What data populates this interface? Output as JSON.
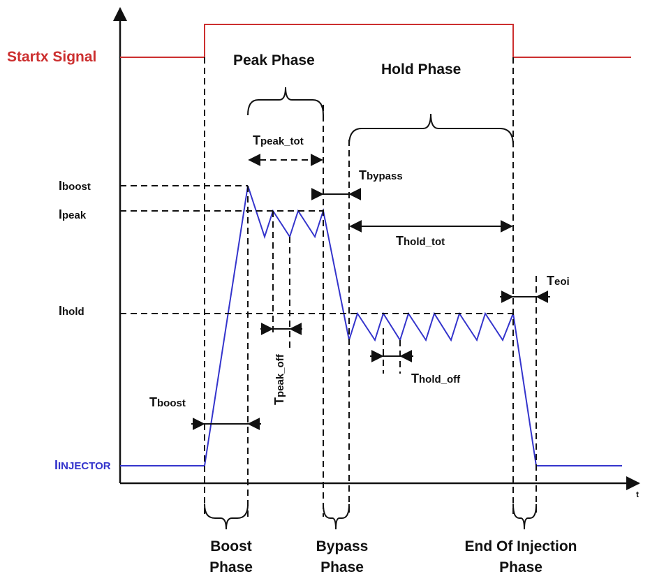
{
  "colors": {
    "signal": "#cc2f2f",
    "current": "#3434cc",
    "ink": "#111111"
  },
  "signals": {
    "startx_label": "Startx Signal",
    "injector_label": {
      "main": "I",
      "sub": "INJECTOR"
    }
  },
  "axis": {
    "time_label": "t"
  },
  "phases": {
    "peak": "Peak Phase",
    "hold": "Hold Phase",
    "boost": {
      "line1": "Boost",
      "line2": "Phase"
    },
    "bypass": {
      "line1": "Bypass",
      "line2": "Phase"
    },
    "end_of_injection": {
      "line1": "End Of Injection",
      "line2": "Phase"
    }
  },
  "levels": {
    "iboost": {
      "main": "I",
      "sub": "boost"
    },
    "ipeak": {
      "main": "I",
      "sub": "peak"
    },
    "ihold": {
      "main": "I",
      "sub": "hold"
    }
  },
  "timings": {
    "tboost": {
      "main": "T",
      "sub": "boost"
    },
    "tpeak_tot": {
      "main": "T",
      "sub": "peak_tot"
    },
    "tbypass": {
      "main": "T",
      "sub": "bypass"
    },
    "thold_tot": {
      "main": "T",
      "sub": "hold_tot"
    },
    "teoi": {
      "main": "T",
      "sub": "eoi"
    },
    "tpeak_off": {
      "main": "T",
      "sub": "peak_off"
    },
    "thold_off": {
      "main": "T",
      "sub": "hold_off"
    }
  }
}
